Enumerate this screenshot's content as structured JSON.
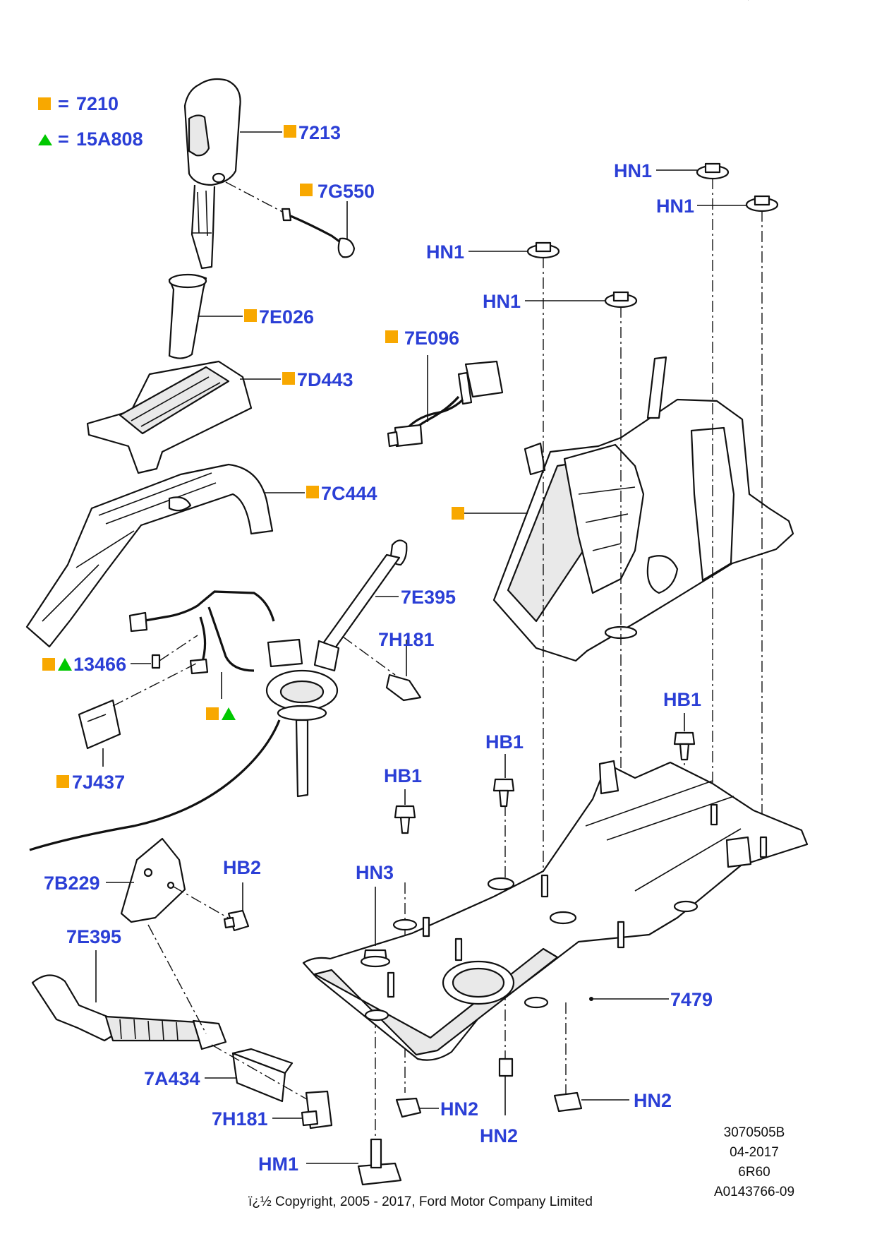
{
  "colors": {
    "callout_text": "#2b3fd6",
    "square_marker": "#f8a800",
    "triangle_marker": "#00c800",
    "line_art": "#111111",
    "background": "#ffffff"
  },
  "legend": [
    {
      "marker": "square",
      "equals": "=",
      "code": "7210"
    },
    {
      "marker": "triangle",
      "equals": "=",
      "code": "15A808"
    }
  ],
  "callouts": {
    "c7213": "7213",
    "c7G550": "7G550",
    "c7E026": "7E026",
    "c7D443": "7D443",
    "c7C444": "7C444",
    "c7E096": "7E096",
    "c7E395a": "7E395",
    "c7H181a": "7H181",
    "c13466": "13466",
    "c7J437": "7J437",
    "cHN1a": "HN1",
    "cHN1b": "HN1",
    "cHN1c": "HN1",
    "cHN1d": "HN1",
    "cHB1a": "HB1",
    "cHB1b": "HB1",
    "cHB1c": "HB1",
    "cHN3": "HN3",
    "cHB2": "HB2",
    "c7B229": "7B229",
    "c7E395b": "7E395",
    "c7479": "7479",
    "c7A434": "7A434",
    "c7H181b": "7H181",
    "cHN2a": "HN2",
    "cHN2b": "HN2",
    "cHN2c": "HN2",
    "cHM1": "HM1"
  },
  "meta": {
    "ref": "3070505B",
    "date": "04-2017",
    "model": "6R60",
    "code": "A0143766-09"
  },
  "copyright": "ï¿½ Copyright, 2005 - 2017, Ford Motor Company Limited"
}
